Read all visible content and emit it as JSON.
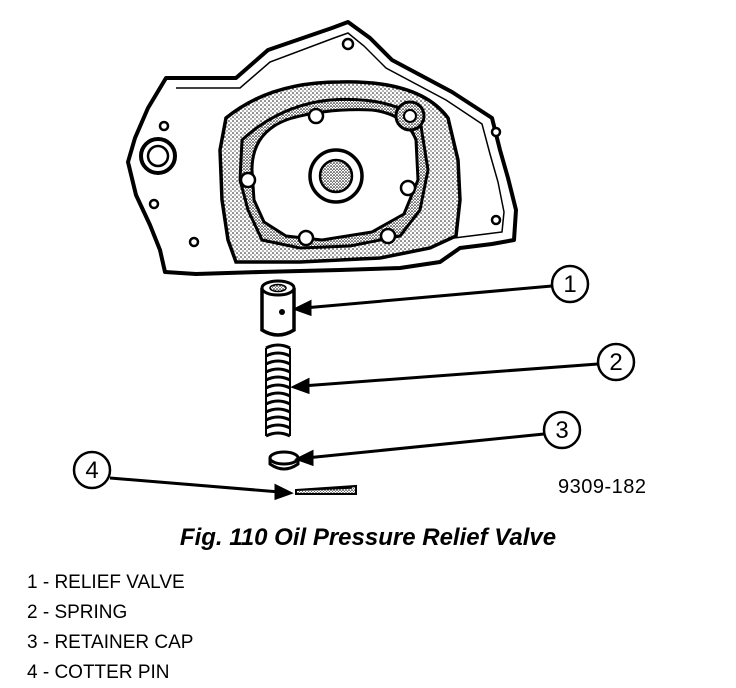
{
  "figure": {
    "code": "9309-182",
    "caption": "Fig. 110 Oil Pressure Relief Valve",
    "callouts": [
      "1",
      "2",
      "3",
      "4"
    ]
  },
  "legend": [
    "1 - RELIEF VALVE",
    "2 - SPRING",
    "3 - RETAINER CAP",
    "4 - COTTER PIN"
  ]
}
